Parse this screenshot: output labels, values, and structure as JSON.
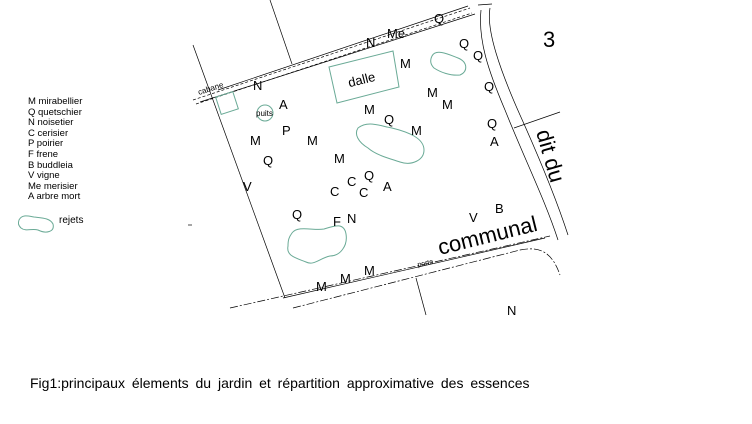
{
  "legend": {
    "items": [
      "M mirabellier",
      "Q quetschier",
      "N noisetier",
      "C cerisier",
      "P poirier",
      "F frene",
      "B buddleia",
      "V vigne",
      "Me merisier",
      "A arbre mort"
    ],
    "rejets_label": "rejets"
  },
  "plan": {
    "labels": {
      "cabane": "cabane",
      "puits": "puits",
      "dalle": "dalle",
      "porte": "porte",
      "communal": "communal",
      "dit_du": "dit du",
      "parcel_number": "3"
    },
    "trees": [
      "Q",
      "Me",
      "N",
      "Q",
      "Q",
      "M",
      "N",
      "A",
      "M",
      "M",
      "M",
      "Q",
      "Q",
      "M",
      "Q",
      "A",
      "M",
      "P",
      "M",
      "Q",
      "M",
      "V",
      "C",
      "C",
      "C",
      "Q",
      "A",
      "B",
      "Q",
      "F",
      "N",
      "V",
      "M",
      "M",
      "M",
      "N"
    ]
  },
  "caption": "Fig1:principaux  élements  du jardin et répartition  approximative  des essences",
  "colors": {
    "rejets": "#6aaa96",
    "lines": "#000000"
  }
}
